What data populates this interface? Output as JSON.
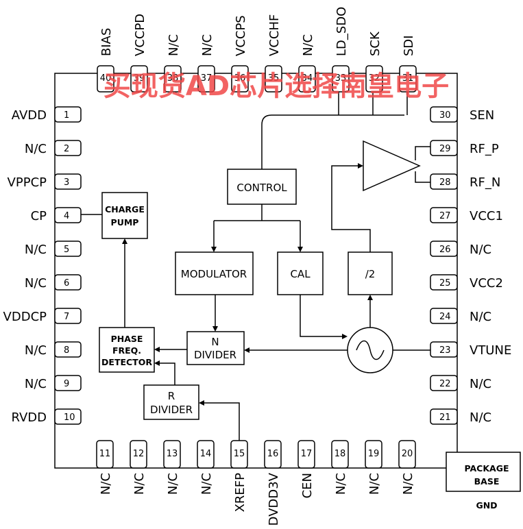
{
  "watermark": "买现货AD芯片选择南皇电子",
  "pins": {
    "left": [
      {
        "num": "1",
        "name": "AVDD"
      },
      {
        "num": "2",
        "name": "N/C"
      },
      {
        "num": "3",
        "name": "VPPCP"
      },
      {
        "num": "4",
        "name": "CP"
      },
      {
        "num": "5",
        "name": "N/C"
      },
      {
        "num": "6",
        "name": "N/C"
      },
      {
        "num": "7",
        "name": "VDDCP"
      },
      {
        "num": "8",
        "name": "N/C"
      },
      {
        "num": "9",
        "name": "N/C"
      },
      {
        "num": "10",
        "name": "RVDD"
      }
    ],
    "right": [
      {
        "num": "30",
        "name": "SEN"
      },
      {
        "num": "29",
        "name": "RF_P"
      },
      {
        "num": "28",
        "name": "RF_N"
      },
      {
        "num": "27",
        "name": "VCC1"
      },
      {
        "num": "26",
        "name": "N/C"
      },
      {
        "num": "25",
        "name": "VCC2"
      },
      {
        "num": "24",
        "name": "N/C"
      },
      {
        "num": "23",
        "name": "VTUNE"
      },
      {
        "num": "22",
        "name": "N/C"
      },
      {
        "num": "21",
        "name": "N/C"
      }
    ],
    "top": [
      {
        "num": "40",
        "name": "BIAS"
      },
      {
        "num": "39",
        "name": "VCCPD"
      },
      {
        "num": "38",
        "name": "N/C"
      },
      {
        "num": "37",
        "name": "N/C"
      },
      {
        "num": "36",
        "name": "VCCPS"
      },
      {
        "num": "35",
        "name": "VCCHF"
      },
      {
        "num": "34",
        "name": "N/C"
      },
      {
        "num": "33",
        "name": "LD_SDO"
      },
      {
        "num": "32",
        "name": "SCK"
      },
      {
        "num": "31",
        "name": "SDI"
      }
    ],
    "bottom": [
      {
        "num": "11",
        "name": "N/C"
      },
      {
        "num": "12",
        "name": "N/C"
      },
      {
        "num": "13",
        "name": "N/C"
      },
      {
        "num": "14",
        "name": "N/C"
      },
      {
        "num": "15",
        "name": "XREFP"
      },
      {
        "num": "16",
        "name": "DVDD3V"
      },
      {
        "num": "17",
        "name": "CEN"
      },
      {
        "num": "18",
        "name": "N/C"
      },
      {
        "num": "19",
        "name": "N/C"
      },
      {
        "num": "20",
        "name": "N/C"
      }
    ]
  },
  "blocks": {
    "control": "CONTROL",
    "charge_pump": [
      "CHARGE",
      "PUMP"
    ],
    "modulator": "MODULATOR",
    "cal": "CAL",
    "div2": "/2",
    "phase_detector": [
      "PHASE",
      "FREQ.",
      "DETECTOR"
    ],
    "n_divider": [
      "N",
      "DIVIDER"
    ],
    "r_divider": [
      "R",
      "DIVIDER"
    ],
    "package_base": [
      "PACKAGE",
      "BASE"
    ],
    "gnd": "GND"
  }
}
